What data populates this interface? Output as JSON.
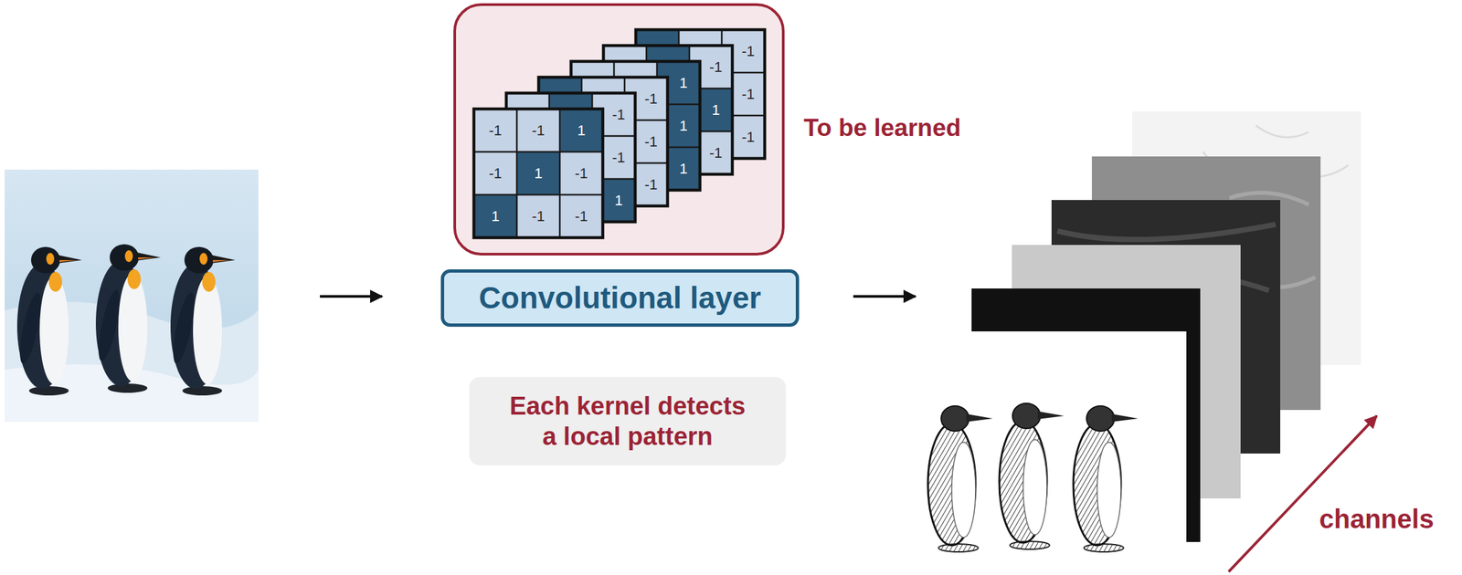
{
  "diagram": {
    "nodes": [
      {
        "text": [
          "Convolutional layer"
        ]
      },
      {
        "text": [
          "Each kernel detects a local pattern"
        ]
      }
    ],
    "labels": [
      "-1",
      "-1",
      "1",
      "-1",
      "1",
      "-1",
      "1",
      "-1",
      "-1",
      "-1",
      "-1",
      "1",
      "-1",
      "-1",
      "-1",
      "1",
      "1",
      "1",
      "-1",
      "1",
      "-1",
      "-1",
      "-1",
      "-1",
      "To be learned",
      "channels"
    ]
  }
}
